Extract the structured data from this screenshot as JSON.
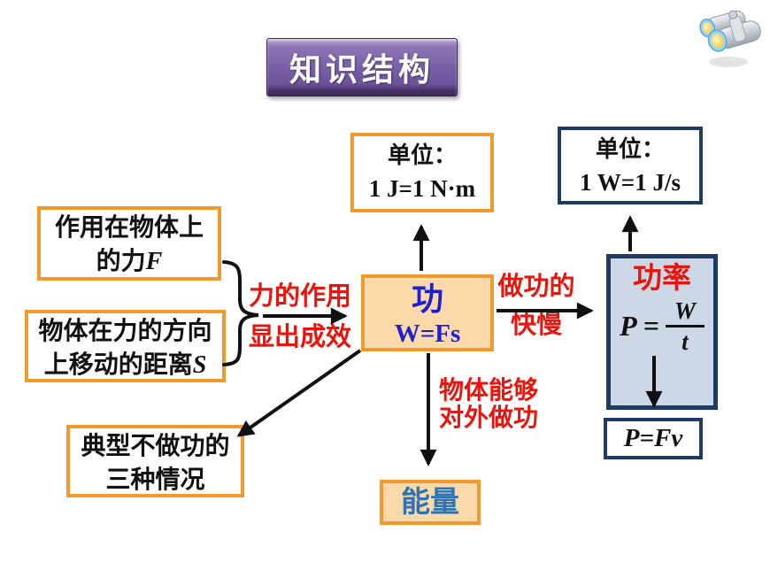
{
  "banner": {
    "title": "知识结构"
  },
  "icons": {
    "binoculars": "binoculars-icon"
  },
  "colors": {
    "orange_border": "#f09a2e",
    "navy_border": "#1e3a66",
    "peach_fill": "#fbd9a9",
    "lightblue_fill": "#ccd8e5",
    "red_text": "#e8150f",
    "blue_text": "#1f1fcf",
    "energy_text": "#2e74b5",
    "banner_purple": "#7a5fa6"
  },
  "nodes": {
    "unit_work": {
      "label": "单位：",
      "value": "1 J=1 N·m"
    },
    "unit_power": {
      "label": "单位：",
      "value": "1 W=1 J/s"
    },
    "force": {
      "line1": "作用在物体上",
      "line2": "的力",
      "symbol": "F"
    },
    "distance": {
      "line1": "物体在力的方向",
      "line2": "上移动的距离",
      "symbol": "S"
    },
    "work": {
      "title": "功",
      "formula": "W=Fs"
    },
    "power": {
      "title": "功率",
      "lhs": "P",
      "equals": "=",
      "numerator": "W",
      "denominator": "t"
    },
    "power_alt": {
      "formula": "P=Fv"
    },
    "no_work": {
      "line1": "典型不做功的",
      "line2": "三种情况"
    },
    "energy": {
      "title": "能量"
    }
  },
  "edge_labels": {
    "force_effect": {
      "line1": "力的作用",
      "line2": "显出成效"
    },
    "work_speed": {
      "line1": "做功的",
      "line2": "快慢"
    },
    "can_do_work": {
      "line1": "物体能够",
      "line2": "对外做功"
    }
  }
}
